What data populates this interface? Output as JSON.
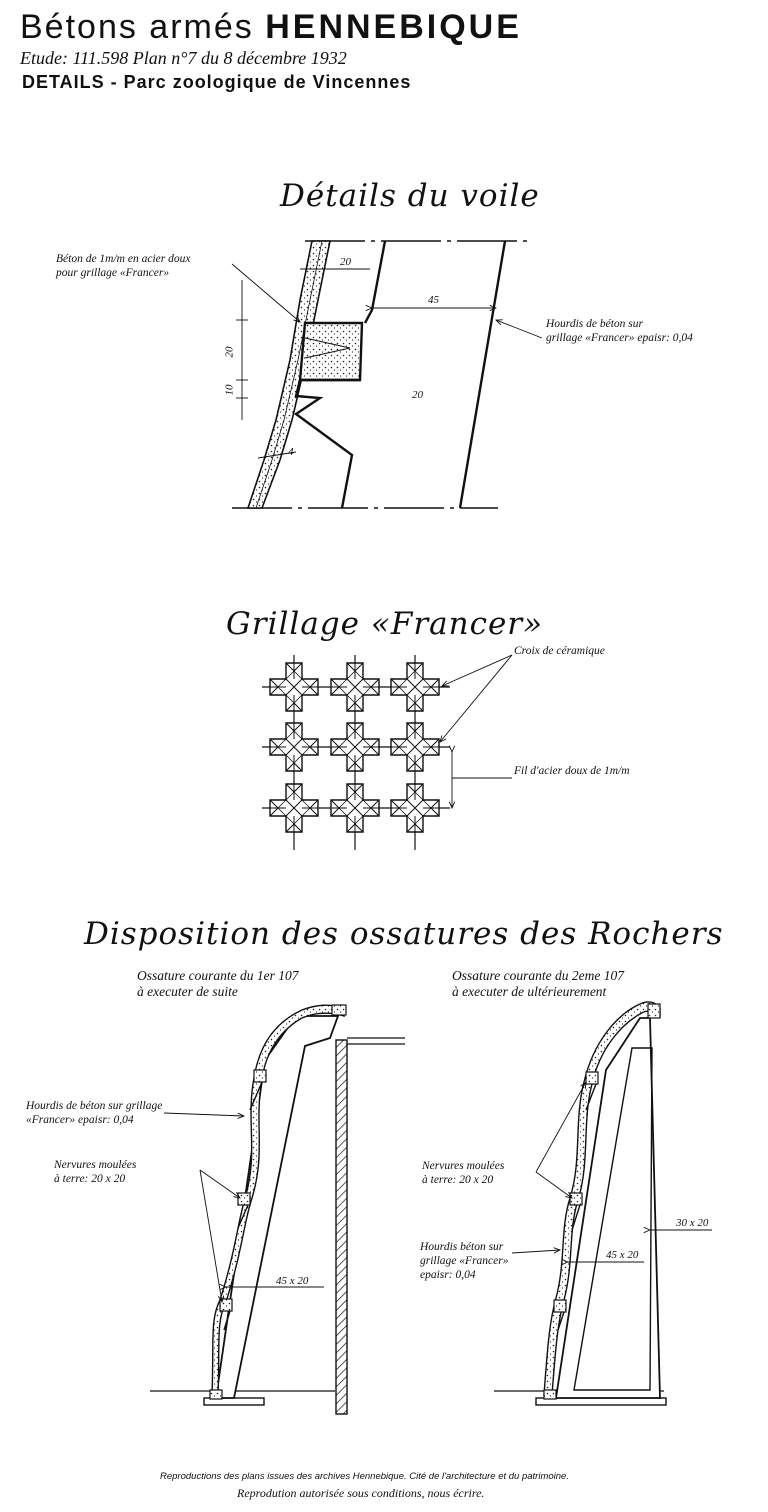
{
  "header": {
    "title_prefix": "Bétons armés",
    "title_brand": "HENNEBIQUE",
    "study_line": "Etude: 111.598  Plan n°7 du 8 décembre 1932",
    "details_line": "DETAILS  - Parc zoologique de Vincennes"
  },
  "voile": {
    "title": "Détails du voile",
    "label_beton_line1": "Béton de 1m/m en acier doux",
    "label_beton_line2": "pour grillage «Francer»",
    "label_hourdis_line1": "Hourdis de béton sur",
    "label_hourdis_line2": "grillage «Francer» epaisr: 0,04",
    "dim_20_top": "20",
    "dim_45": "45",
    "dim_20_vert": "20",
    "dim_10_vert": "10",
    "dim_20_body": "20",
    "dim_4": "4"
  },
  "grillage": {
    "title": "Grillage «Francer»",
    "label_croix": "Croix de céramique",
    "label_fil": "Fil d'acier doux de 1m/m"
  },
  "rochers": {
    "title": "Disposition des ossatures des Rochers",
    "left": {
      "heading_line1": "Ossature courante du 1er 107",
      "heading_line2": "à executer de suite",
      "label_hourdis_line1": "Hourdis de béton sur grillage",
      "label_hourdis_line2": "«Francer»  epaisr: 0,04",
      "label_nervures_line1": "Nervures moulées",
      "label_nervures_line2": "à terre: 20 x 20",
      "dim_45x20": "45 x 20"
    },
    "right": {
      "heading_line1": "Ossature courante du 2eme 107",
      "heading_line2": "à executer de ultérieurement",
      "label_nervures_line1": "Nervures moulées",
      "label_nervures_line2": "à terre: 20 x 20",
      "label_hourdis_line1": "Hourdis béton sur",
      "label_hourdis_line2": "grillage «Francer»",
      "label_hourdis_line3": "epaisr: 0,04",
      "dim_30x20": "30 x 20",
      "dim_45x20": "45 x 20"
    }
  },
  "footer": {
    "line1": "Reproductions des plans issues des archives Hennebique. Cité de l'architecture et du patrimoine.",
    "line2": "Reprodution autorisée sous conditions, nous écrire."
  }
}
